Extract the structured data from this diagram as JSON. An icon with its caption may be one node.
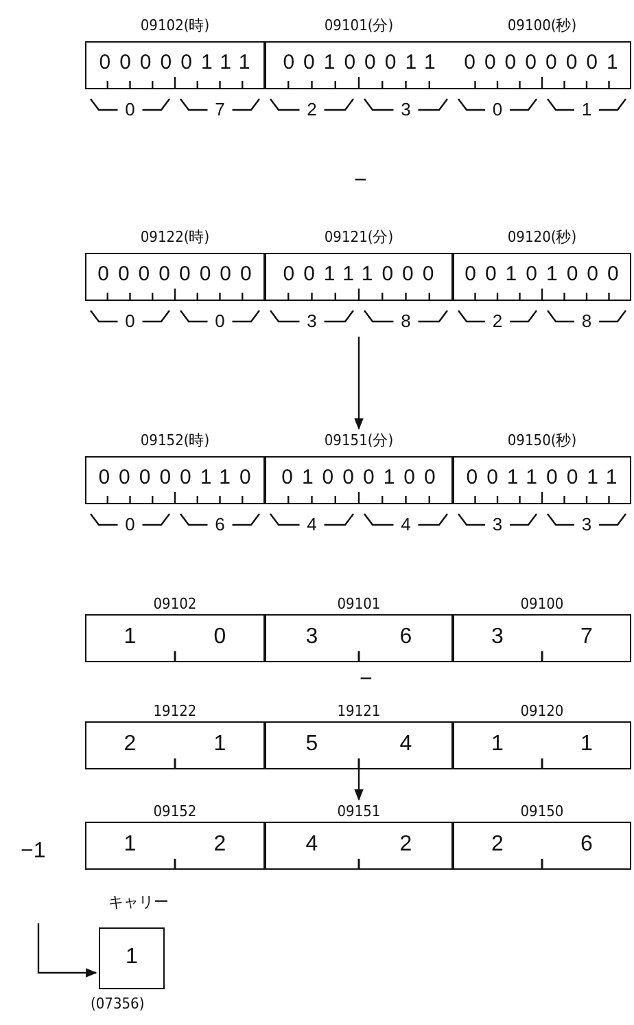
{
  "diagram": {
    "nodes": [
      {
        "text": [
          "09102(時)",
          "00000111",
          "0",
          "7"
        ]
      },
      {
        "text": [
          "09101(分)",
          "00100011",
          "2",
          "3"
        ]
      },
      {
        "text": [
          "09100(秒)",
          "00000001",
          "0",
          "1"
        ]
      },
      {
        "text": [
          "09122(時)",
          "00000000",
          "0",
          "0"
        ]
      },
      {
        "text": [
          "09121(分)",
          "00111000",
          "3",
          "8"
        ]
      },
      {
        "text": [
          "09120(秒)",
          "00101000",
          "2",
          "8"
        ]
      },
      {
        "text": [
          "09152(時)",
          "00000110",
          "0",
          "6"
        ]
      },
      {
        "text": [
          "09151(分)",
          "01000100",
          "4",
          "4"
        ]
      },
      {
        "text": [
          "09150(秒)",
          "00110011",
          "3",
          "3"
        ]
      },
      {
        "text": [
          "09102",
          "1",
          "0"
        ]
      },
      {
        "text": [
          "09101",
          "3",
          "6"
        ]
      },
      {
        "text": [
          "09100",
          "3",
          "7"
        ]
      },
      {
        "text": [
          "19122",
          "2",
          "1"
        ]
      },
      {
        "text": [
          "19121",
          "5",
          "4"
        ]
      },
      {
        "text": [
          "09120",
          "1",
          "1"
        ]
      },
      {
        "text": [
          "09152",
          "1",
          "2"
        ]
      },
      {
        "text": [
          "09151",
          "4",
          "2"
        ]
      },
      {
        "text": [
          "09150",
          "2",
          "6"
        ]
      },
      {
        "text": [
          "キャリー",
          "1"
        ],
        "beside": [
          "(07356)"
        ]
      }
    ],
    "edges": [
      {
        "from": 4,
        "to": 7,
        "arrow": "to"
      },
      {
        "from": 13,
        "to": 16,
        "arrow": "to"
      },
      {
        "from": null,
        "to": 18,
        "arrow": "to"
      }
    ],
    "labels": [
      "−",
      "−",
      "−1"
    ]
  }
}
